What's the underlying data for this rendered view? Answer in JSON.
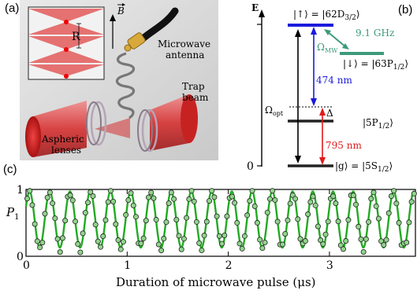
{
  "panel_a": {
    "label": "(a)",
    "lattice_spacing": "R",
    "field_label": "B",
    "antenna_label": [
      "Microwave",
      "antenna"
    ],
    "trap_label": [
      "Trap",
      "beam"
    ],
    "lens_label": [
      "Aspheric",
      "lenses"
    ]
  },
  "panel_b": {
    "label": "(b)",
    "energy_axis": "E",
    "axis_zero": "0",
    "state_up": "|↑⟩ = |62D",
    "state_up_sub": "3/2",
    "state_down": "|↓⟩ = |63P",
    "state_down_sub": "1/2",
    "state_mid": "|5P",
    "state_mid_sub": "1/2",
    "state_ground": "|g⟩ = |5S",
    "state_ground_sub": "1/2",
    "ket_close": "⟩",
    "mw_freq": "9.1 GHz",
    "omega_mw": "Ω",
    "omega_mw_sub": "MW",
    "omega_opt": "Ω",
    "omega_opt_sub": "opt",
    "blue_wavelength": "474 nm",
    "red_wavelength": "795 nm",
    "detuning": "Δ",
    "colors": {
      "blue": "#1a1adb",
      "red": "#e01b1b",
      "green": "#3d9a7a"
    }
  },
  "panel_c": {
    "label": "(c)",
    "xlabel": "Duration of microwave pulse (μs)",
    "ylabel": "P",
    "ylabel_sub": "1",
    "colors": {
      "fit": "#22aa22",
      "point_fill": "#8fd48a"
    }
  },
  "chart_data": {
    "type": "scatter",
    "xlabel": "Duration of microwave pulse (μs)",
    "ylabel": "P1",
    "xlim": [
      0,
      3.85
    ],
    "ylim": [
      0,
      1
    ],
    "xticks": [
      0,
      1,
      2,
      3
    ],
    "yticks": [
      0,
      1
    ],
    "fit": {
      "period_us": 0.2,
      "baseline": 0.55,
      "amplitude": 0.42,
      "phase_peak_us": 0.035
    }
  }
}
